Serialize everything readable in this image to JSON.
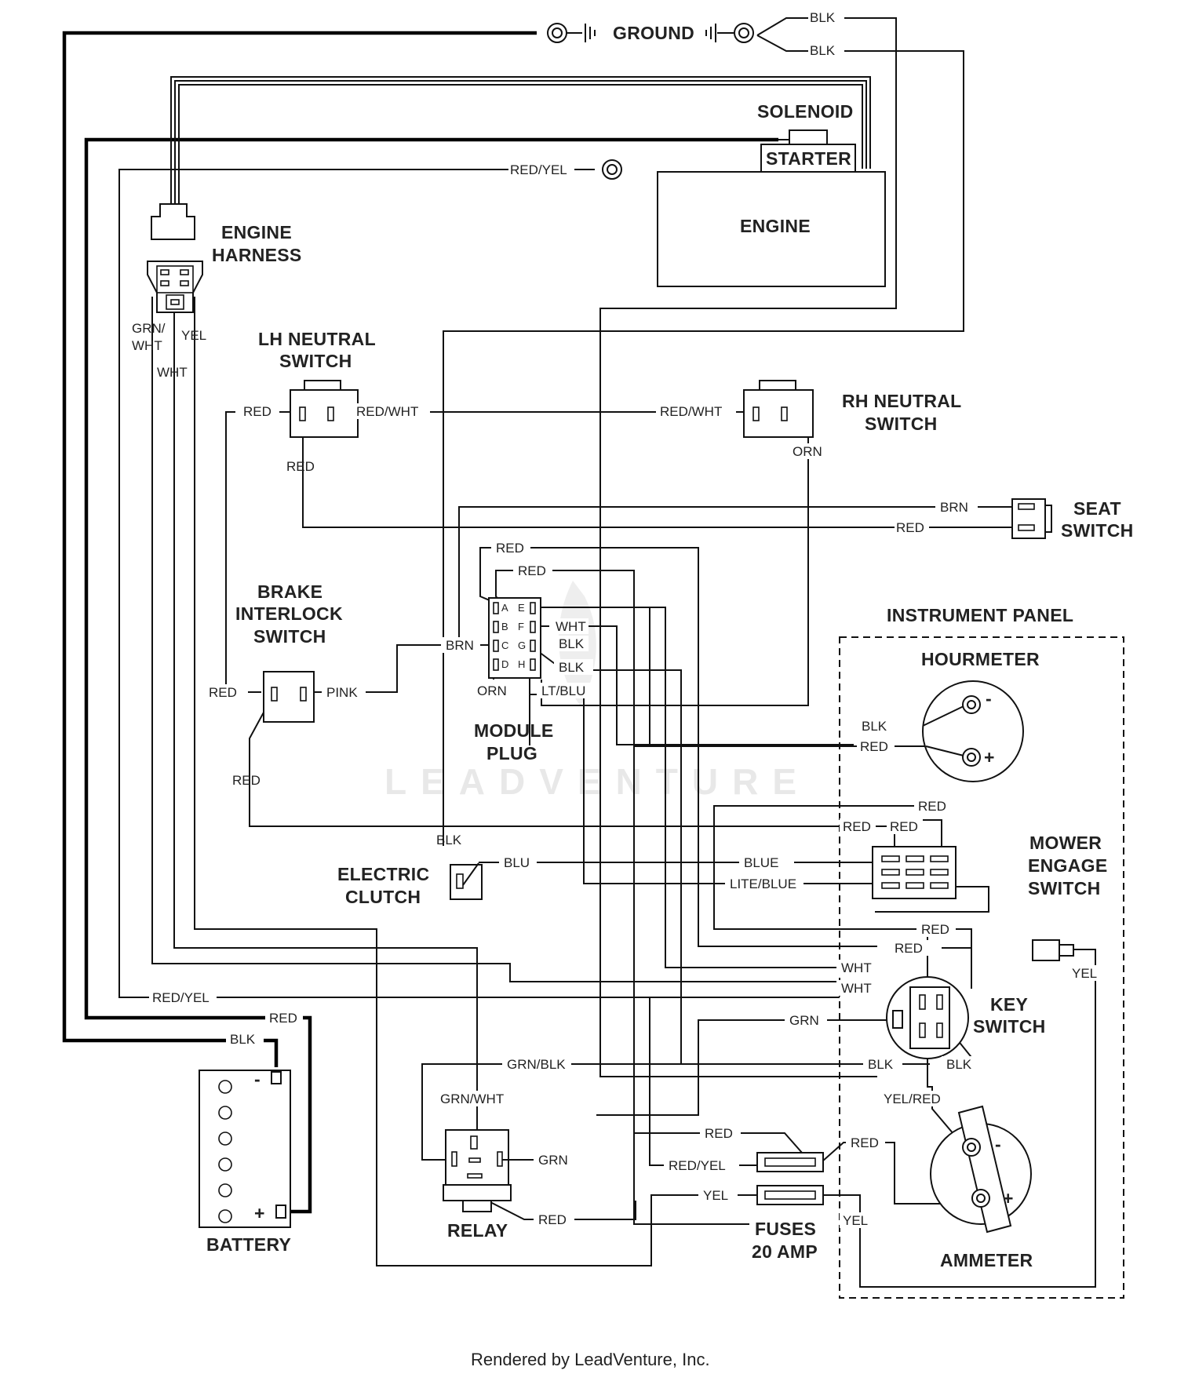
{
  "footer": "Rendered by LeadVenture, Inc.",
  "watermark": "LEADVENTURE",
  "components": {
    "ground": "GROUND",
    "solenoid": "SOLENOID",
    "starter": "STARTER",
    "engine": "ENGINE",
    "engine_harness": [
      "ENGINE",
      "HARNESS"
    ],
    "lh_neutral_switch": [
      "LH NEUTRAL",
      "SWITCH"
    ],
    "rh_neutral_switch": [
      "RH NEUTRAL",
      "SWITCH"
    ],
    "seat_switch": [
      "SEAT",
      "SWITCH"
    ],
    "brake_interlock_switch": [
      "BRAKE",
      "INTERLOCK",
      "SWITCH"
    ],
    "module_plug": [
      "MODULE",
      "PLUG"
    ],
    "instrument_panel": "INSTRUMENT PANEL",
    "hourmeter": "HOURMETER",
    "mower_engage_switch": [
      "MOWER",
      "ENGAGE",
      "SWITCH"
    ],
    "electric_clutch": [
      "ELECTRIC",
      "CLUTCH"
    ],
    "key_switch": [
      "KEY",
      "SWITCH"
    ],
    "battery": "BATTERY",
    "relay": "RELAY",
    "fuses": [
      "FUSES",
      "20 AMP"
    ],
    "ammeter": "AMMETER"
  },
  "module_pins": {
    "left": [
      "A",
      "B",
      "C",
      "D"
    ],
    "right": [
      "E",
      "F",
      "G",
      "H"
    ]
  },
  "polarity": {
    "neg": "-",
    "pos": "+"
  },
  "wires": {
    "ground_blk_1": "BLK",
    "ground_blk_2": "BLK",
    "red_yel_top": "RED/YEL",
    "harness_grn_wht": [
      "GRN/",
      "WHT"
    ],
    "harness_yel": "YEL",
    "harness_wht": "WHT",
    "lh_red_in": "RED",
    "lh_red_wht": "RED/WHT",
    "lh_red_down": "RED",
    "rh_red_wht": "RED/WHT",
    "rh_orn": "ORN",
    "seat_brn": "BRN",
    "seat_red": "RED",
    "mod_red_1": "RED",
    "mod_red_2": "RED",
    "mod_wht": "WHT",
    "mod_blk_1": "BLK",
    "mod_brn": "BRN",
    "mod_blk_2": "BLK",
    "mod_orn": "ORN",
    "mod_lt_blu": "LT/BLU",
    "brake_red_in": "RED",
    "brake_pink": "PINK",
    "brake_red_down": "RED",
    "hour_blk": "BLK",
    "hour_red": "RED",
    "mower_red_top": "RED",
    "mower_red_1": "RED",
    "mower_red_2": "RED",
    "clutch_blk": "BLK",
    "clutch_blu": "BLU",
    "mower_blue": "BLUE",
    "mower_lite_blue": "LITE/BLUE",
    "key_red_1": "RED",
    "key_red_2": "RED",
    "key_wht_1": "WHT",
    "key_wht_2": "WHT",
    "key_grn": "GRN",
    "key_blk_out": "BLK",
    "key_blk_bottom": "BLK",
    "key_yel_red": "YEL/RED",
    "panel_yel": "YEL",
    "red_yel_left": "RED/YEL",
    "battery_red": "RED",
    "battery_blk": "BLK",
    "relay_grn_blk": "GRN/BLK",
    "relay_grn_wht": "GRN/WHT",
    "relay_grn": "GRN",
    "relay_red": "RED",
    "fuse_red": "RED",
    "fuse_red_yel": "RED/YEL",
    "fuse_yel": "YEL",
    "ammeter_red": "RED",
    "ammeter_yel": "YEL"
  }
}
